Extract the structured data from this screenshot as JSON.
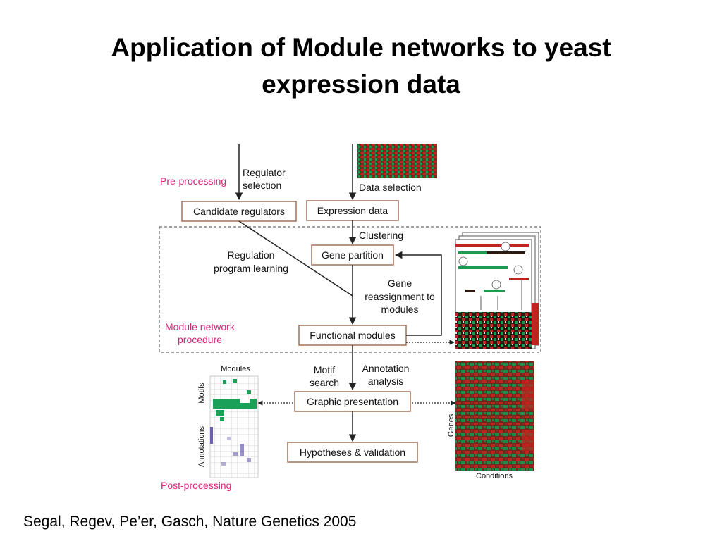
{
  "title": {
    "line1": "Application of Module networks to yeast",
    "line2": "expression data"
  },
  "citation": "Segal, Regev, Pe’er, Gasch, Nature Genetics 2005",
  "stages": {
    "pre": "Pre-processing",
    "module_line1": "Module network",
    "module_line2": "procedure",
    "post": "Post-processing"
  },
  "boxes": {
    "candidate": "Candidate regulators",
    "expression": "Expression data",
    "partition": "Gene partition",
    "functional": "Functional modules",
    "graphic": "Graphic presentation",
    "hypotheses": "Hypotheses & validation"
  },
  "labels": {
    "regulator_line1": "Regulator",
    "regulator_line2": "selection",
    "data_selection": "Data selection",
    "clustering": "Clustering",
    "regulation_line1": "Regulation",
    "regulation_line2": "program learning",
    "gene_line1": "Gene",
    "gene_line2": "reassignment to",
    "gene_line3": "modules",
    "motif_line1": "Motif",
    "motif_line2": "search",
    "annotation_line1": "Annotation",
    "annotation_line2": "analysis",
    "modules": "Modules",
    "motifs": "Motifs",
    "annotations": "Annotations",
    "genes": "Genes",
    "conditions": "Conditions"
  },
  "colors": {
    "stage_label": "#d6247a",
    "box_border": "#a4705a",
    "heatmap_red": "#c0241e",
    "heatmap_green": "#1e9a52",
    "motif_green": "#1aa057",
    "annotation_purple": "#6a5fb0"
  }
}
